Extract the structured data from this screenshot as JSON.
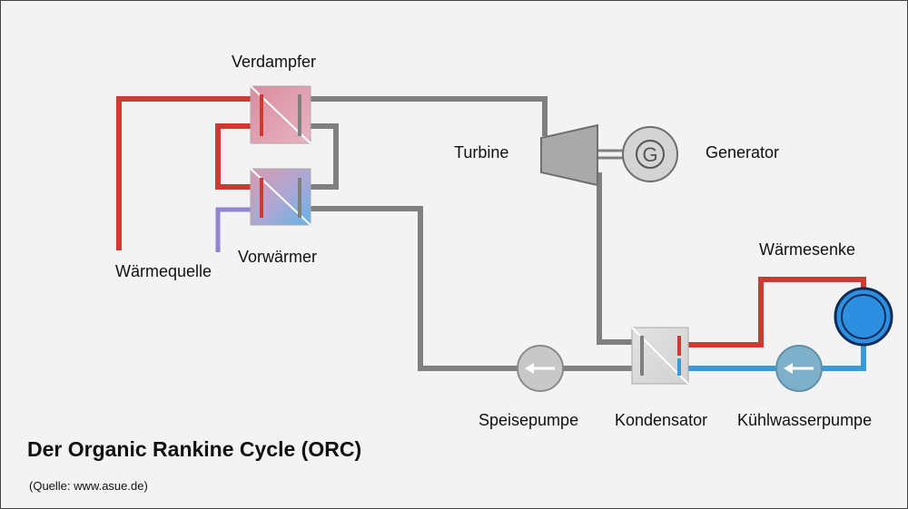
{
  "title": "Der Organic Rankine Cycle (ORC)",
  "source": "(Quelle: www.asue.de)",
  "components": {
    "verdampfer": "Verdampfer",
    "vorwaermer": "Vorwärmer",
    "waermequelle": "Wärmequelle",
    "turbine": "Turbine",
    "generator": "Generator",
    "generator_symbol": "G",
    "waermesenke": "Wärmesenke",
    "speisepumpe": "Speisepumpe",
    "kondensator": "Kondensator",
    "kuehlwasserpumpe": "Kühlwasserpumpe"
  },
  "colors": {
    "working_fluid": "#808080",
    "hot": "#cc3a32",
    "cold": "#3a9ad8",
    "source_return": "#8f86d0",
    "evaporator": "#d28a9a",
    "pump": "#c8c8c8",
    "sink": "#2d8fe0"
  }
}
